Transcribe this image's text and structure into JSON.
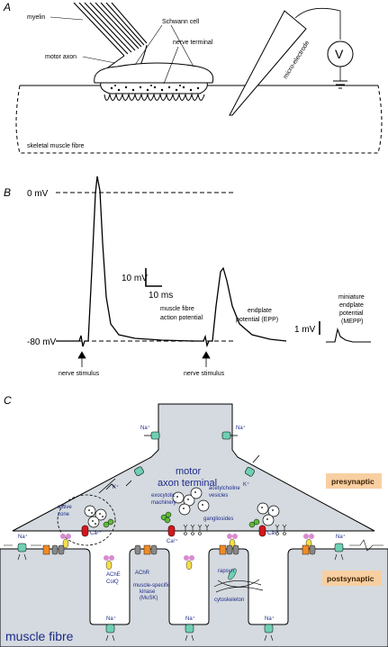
{
  "panels": {
    "a": {
      "letter": "A",
      "labels": {
        "myelin": "myelin",
        "schwann_cell": "Schwann cell",
        "nerve_terminal": "nerve terminal",
        "motor_axon": "motor axon",
        "micro_electrode": "micro-electrode",
        "voltmeter": "V",
        "muscle_fibre": "skeletal muscle fibre"
      }
    },
    "b": {
      "letter": "B",
      "zero_mv": "0 mV",
      "minus80_mv": "-80 mV",
      "scale_v": "10 mV",
      "scale_t": "10 ms",
      "scale_v_mepp": "1 mV",
      "trace1_label": [
        "muscle fibre",
        "action potential"
      ],
      "trace2_label": [
        "endplate",
        "potential (EPP)"
      ],
      "trace3_label": [
        "miniature",
        "endplate",
        "potential",
        "(MEPP)"
      ],
      "stimulus1": "nerve stimulus",
      "stimulus2": "nerve stimulus"
    },
    "c": {
      "letter": "C",
      "terminal_title": [
        "motor",
        "axon terminal"
      ],
      "presynaptic": "presynaptic",
      "postsynaptic": "postsynaptic",
      "muscle_fibre": "muscle fibre",
      "na1": "Na⁺",
      "na2": "Na⁺",
      "k1": "K⁺",
      "k2": "K⁺",
      "active_zone": [
        "active",
        "zone"
      ],
      "ca_left": "Ca²⁺",
      "ca_mid": "Ca²⁺",
      "ca_right": "Ca²⁺",
      "exocytotic": [
        "exocytotic",
        "machinery"
      ],
      "ach_vesicles": [
        "acetylcholine",
        "vesicles"
      ],
      "gangliosides": "gangliosides",
      "ache": "AChE",
      "colq": "ColQ",
      "achr": "AChR",
      "musk": [
        "muscle-specific",
        "kinase",
        "(MuSK)"
      ],
      "rapsyn": "rapsyn",
      "cytoskeleton": "cytoskeleton",
      "na_left": "Na⁺",
      "na_right": "Na⁺",
      "na_fold1": "Na⁺",
      "na_fold2": "Na⁺",
      "na_fold3": "Na⁺"
    }
  },
  "colors": {
    "terminal_fill": "#d4dadf",
    "tag_fill": "#f8cfa2",
    "channel_green": "#6fd0b4",
    "receptor_orange": "#f08a24",
    "calcium_red": "#d4171d",
    "ache_yellow": "#f3df4a",
    "ache_pink": "#d88bd0",
    "label_blue": "#1e2a8a",
    "vesicle_green": "#5dbb3a"
  }
}
